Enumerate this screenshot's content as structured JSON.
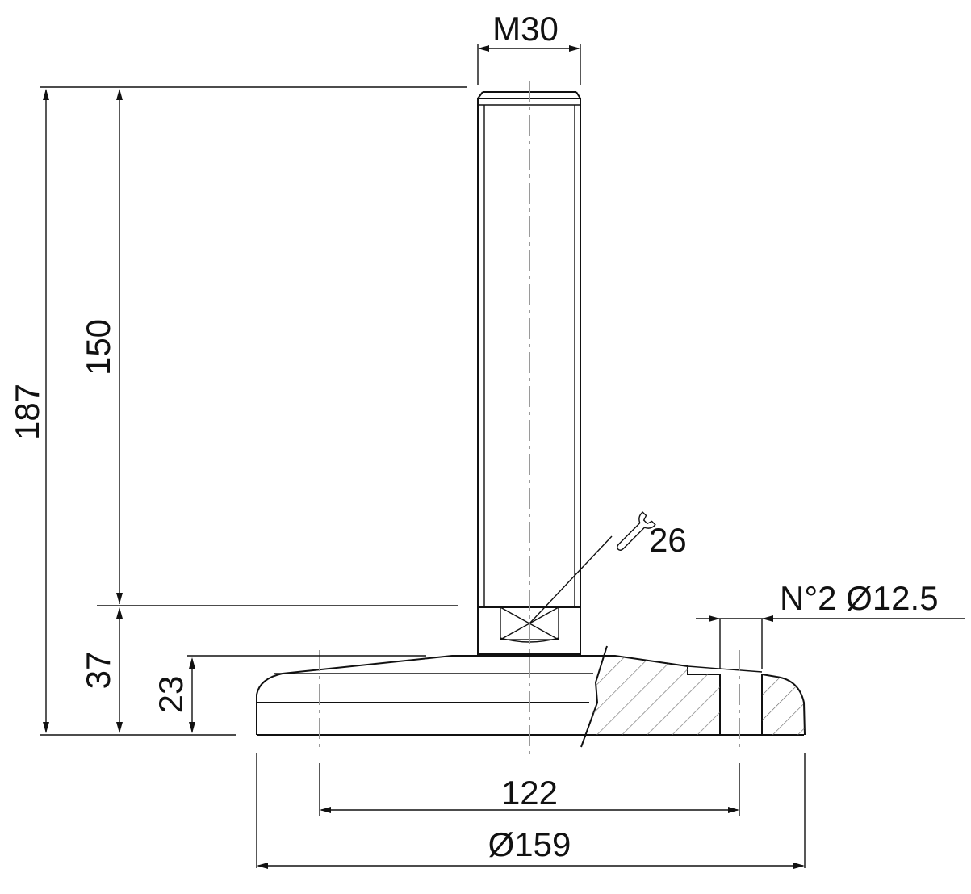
{
  "diagram": {
    "dimensions": {
      "thread": "M30",
      "total_height": "187",
      "stem_height": "150",
      "base_height": "37",
      "plate_height": "23",
      "wrench_size": "26",
      "holes": "N°2 Ø12.5",
      "hole_spacing": "122",
      "base_diameter": "Ø159"
    },
    "colors": {
      "line": "#111111",
      "centerline": "#9a9a9a",
      "hatch": "#6e6e6e"
    }
  }
}
